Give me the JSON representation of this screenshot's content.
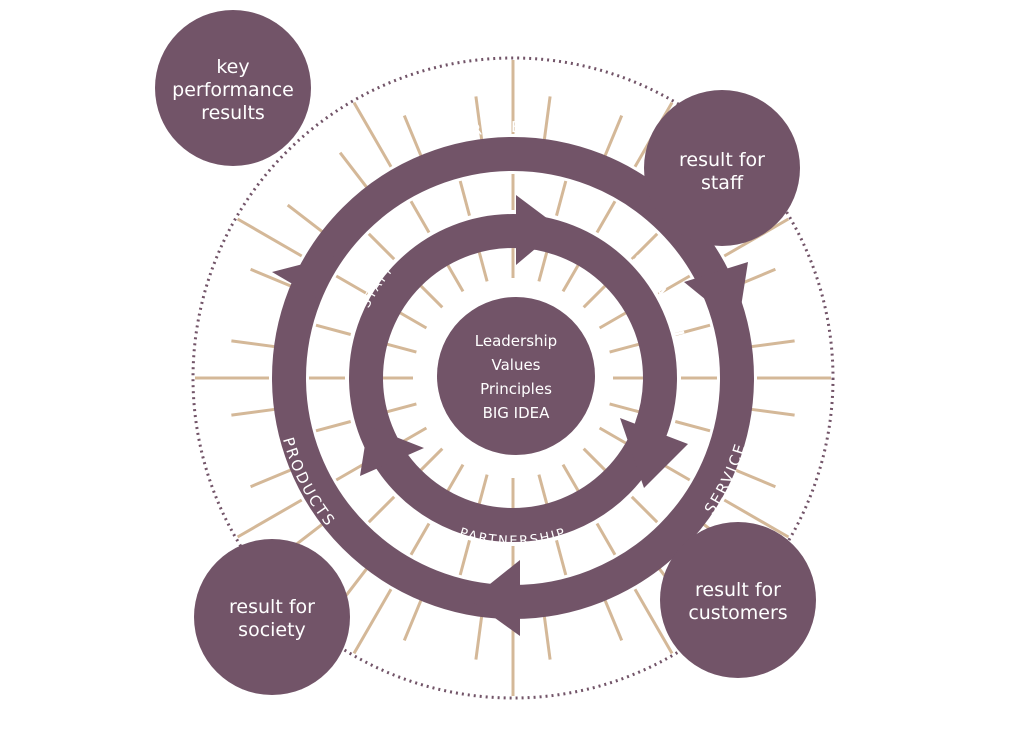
{
  "colors": {
    "ring": "#725468",
    "spoke": "#d4b898",
    "dotted": "#725468",
    "text": "#ffffff",
    "background": "#ffffff"
  },
  "center": {
    "lines": [
      "Leadership",
      "Values",
      "Principles",
      "BIG IDEA"
    ]
  },
  "inner_ring": {
    "labels": {
      "staff": "STAFF",
      "strategies": "STRATEGIES",
      "partnership": "PARTNERSHIP"
    }
  },
  "outer_ring": {
    "labels": {
      "processes": "PROCESSES",
      "service": "SERVICE",
      "products": "PRODUCTS"
    }
  },
  "results": {
    "key_performance": [
      "key",
      "performance",
      "results"
    ],
    "staff": [
      "result for",
      "staff"
    ],
    "customers": [
      "result for",
      "customers"
    ],
    "society": [
      "result for",
      "society"
    ]
  }
}
